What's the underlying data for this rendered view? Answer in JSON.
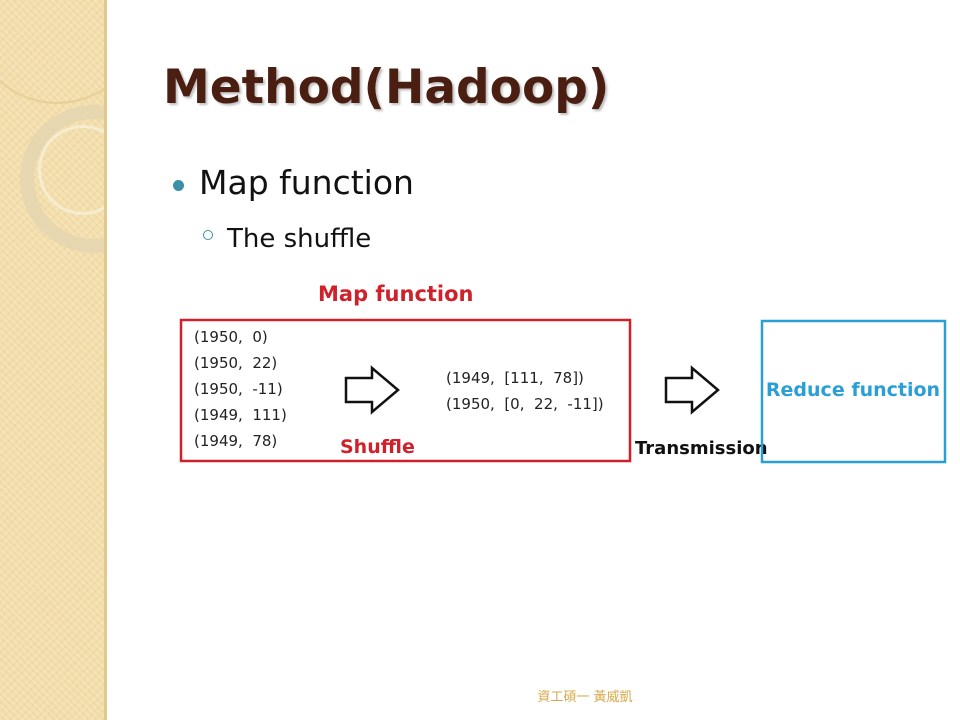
{
  "slide": {
    "title": "Method(Hadoop)",
    "bullet": "Map function",
    "sub_bullet": "The shuffle",
    "footer": "資工碩一 黃威凱"
  },
  "diagram": {
    "map_label": "Map function",
    "map_pairs": [
      "(1950,  0)",
      "(1950,  22)",
      "(1950,  -11)",
      "(1949,  111)",
      "(1949,  78)"
    ],
    "shuffle_label": "Shuffle",
    "grouped_pairs": [
      "(1949,  [111,  78])",
      "(1950,  [0,  22,  -11])"
    ],
    "transmission_label": "Transmission",
    "reduce_label": "Reduce function"
  },
  "colors": {
    "red": "#d0202a",
    "blue": "#2a9fd6",
    "title": "#4a1f12",
    "bullet": "#3b8fa8",
    "footer": "#d6a94a"
  }
}
